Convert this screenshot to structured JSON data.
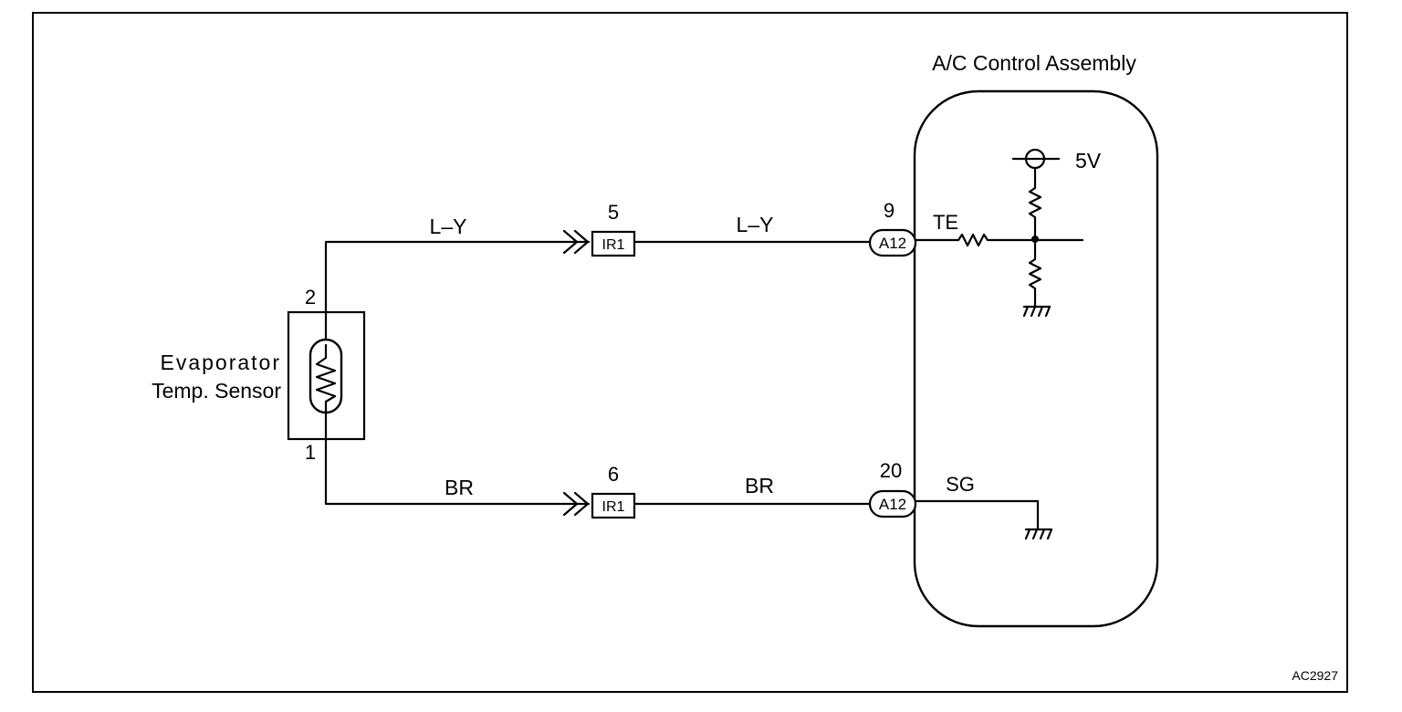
{
  "component_left": {
    "name_line1": "Evaporator",
    "name_line2": "Temp. Sensor",
    "pin_top": "2",
    "pin_bottom": "1"
  },
  "component_right": {
    "name": "A/C Control Assembly",
    "supply": "5V"
  },
  "wires": {
    "top": {
      "color_left": "L–Y",
      "color_right": "L–Y",
      "connector_pin": "5",
      "connector": "IR1",
      "ecu_pin": "9",
      "ecu_connector": "A12",
      "signal": "TE"
    },
    "bottom": {
      "color_left": "BR",
      "color_right": "BR",
      "connector_pin": "6",
      "connector": "IR1",
      "ecu_pin": "20",
      "ecu_connector": "A12",
      "signal": "SG"
    }
  },
  "figure_code": "AC2927"
}
